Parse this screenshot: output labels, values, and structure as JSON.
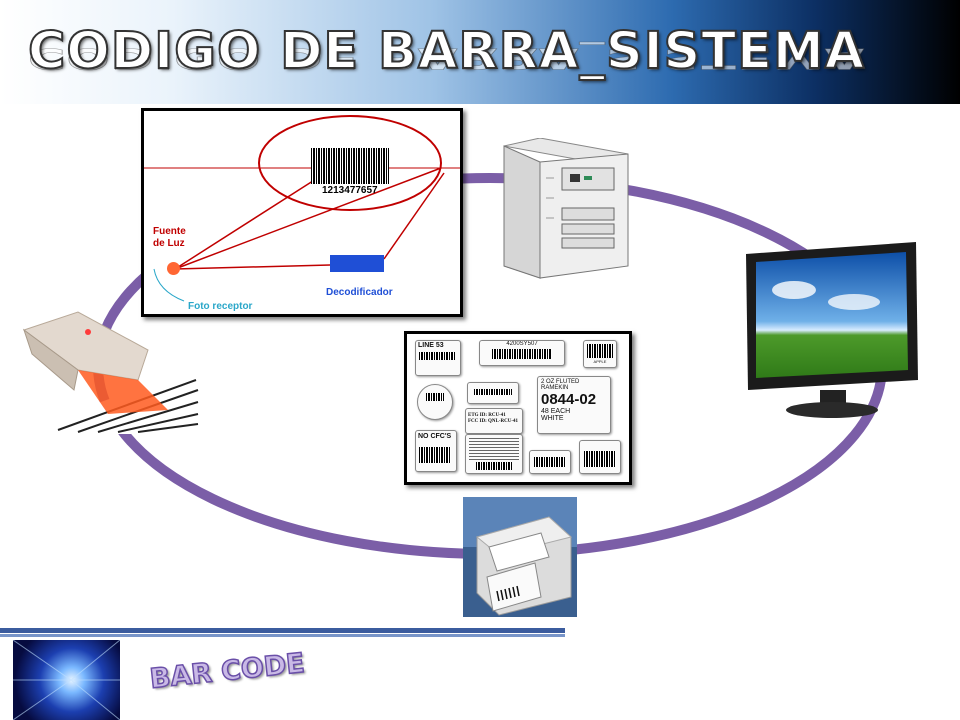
{
  "slide": {
    "title": "CODIGO DE BARRA_SISTEMA",
    "footer_logo_text": "BAR CODE"
  },
  "diagram": {
    "barcode_number": "1213477657",
    "light_source_label": "Fuente\nde Luz",
    "light_source_line1": "Fuente",
    "light_source_line2": "de Luz",
    "decoder_label": "Decodificador",
    "photoreceptor_label": "Foto receptor"
  },
  "labels_sheet": {
    "line53": "LINE 53",
    "serial": "4200SY507",
    "ramekin_title": "2 OZ FLUTED RAMEKIN",
    "ramekin_code": "0844-02",
    "ramekin_each": "48 EACH",
    "ramekin_color": "WHITE",
    "no_cfcs": "NO CFC'S",
    "etg_id": "ETG ID: RCU-41",
    "fcc_id": "FCC ID: QNL-RCU-41",
    "apple": "APPLE"
  },
  "colors": {
    "ellipse": "#7b5ea7",
    "header_dark": "#0c2f63",
    "diagram_red": "#c00000",
    "decoder_blue": "#1f4fd6",
    "light_orange": "#ff6633",
    "receptor_cyan": "#2aa7c9"
  }
}
